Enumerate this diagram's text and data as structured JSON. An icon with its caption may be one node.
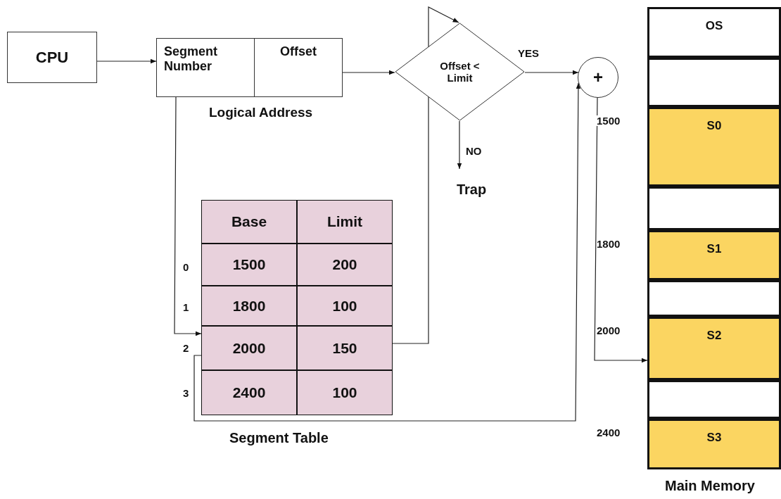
{
  "diagram": {
    "nodes": [
      {
        "text": [
          "CPU"
        ]
      },
      {
        "text": [
          "Logical Address"
        ]
      },
      {
        "text": [
          "Segment Number"
        ],
        "in": 1
      },
      {
        "text": [
          "Offset"
        ],
        "in": 1
      },
      {
        "text": [
          "Offset < Limit"
        ]
      },
      {
        "text": [
          "+"
        ]
      },
      {
        "text": [
          "Trap"
        ]
      },
      {
        "text": [
          "Segment Table"
        ]
      },
      {
        "text": [
          "Base"
        ],
        "in": 7
      },
      {
        "text": [
          "Limit"
        ],
        "in": 7
      },
      {
        "text": [
          "1500"
        ],
        "in": 7
      },
      {
        "text": [
          "200"
        ],
        "in": 7
      },
      {
        "text": [
          "1800"
        ],
        "in": 7
      },
      {
        "text": [
          "100"
        ],
        "in": 7
      },
      {
        "text": [
          "2000"
        ],
        "in": 7
      },
      {
        "text": [
          "150"
        ],
        "in": 7
      },
      {
        "text": [
          "2400"
        ],
        "in": 7
      },
      {
        "text": [
          "100"
        ],
        "in": 7
      },
      {
        "text": [
          "Main Memory"
        ]
      },
      {
        "text": [
          "OS"
        ],
        "in": 18
      },
      {
        "text": [],
        "shape": "box",
        "in": 18
      },
      {
        "text": [
          "S0"
        ],
        "beside": [
          "1500"
        ],
        "in": 18
      },
      {
        "text": [],
        "shape": "box",
        "in": 18
      },
      {
        "text": [
          "S1"
        ],
        "beside": [
          "1800"
        ],
        "in": 18
      },
      {
        "text": [],
        "shape": "box",
        "in": 18
      },
      {
        "text": [
          "S2"
        ],
        "beside": [
          "2000"
        ],
        "in": 18
      },
      {
        "text": [],
        "shape": "box",
        "in": 18
      },
      {
        "text": [
          "S3"
        ],
        "beside": [
          "2400"
        ],
        "in": 18
      }
    ],
    "edges": [
      {
        "from": 0,
        "to": 2,
        "arrow": "to"
      },
      {
        "from": 3,
        "to": 4,
        "arrow": "to"
      },
      {
        "from": 2,
        "to": 14,
        "arrow": "to"
      },
      {
        "from": 4,
        "to": 5,
        "label": "YES",
        "arrow": "to"
      },
      {
        "from": 4,
        "to": 6,
        "label": "NO",
        "arrow": "to"
      },
      {
        "from": 15,
        "to": 4,
        "arrow": "to"
      },
      {
        "from": 14,
        "to": 5,
        "arrow": "to"
      },
      {
        "from": 5,
        "to": 25,
        "arrow": "to"
      }
    ],
    "labels": [
      "0",
      "1",
      "2",
      "3"
    ]
  }
}
